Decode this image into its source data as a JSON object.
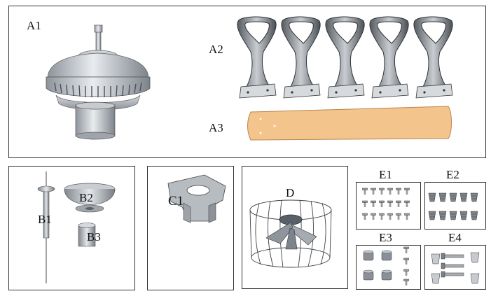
{
  "labels": {
    "a1": "A1",
    "a2": "A2",
    "a3": "A3",
    "b1": "B1",
    "b2": "B2",
    "b3": "B3",
    "c1": "C1",
    "d": "D",
    "e1": "E1",
    "e2": "E2",
    "e3": "E3",
    "e4": "E4"
  }
}
